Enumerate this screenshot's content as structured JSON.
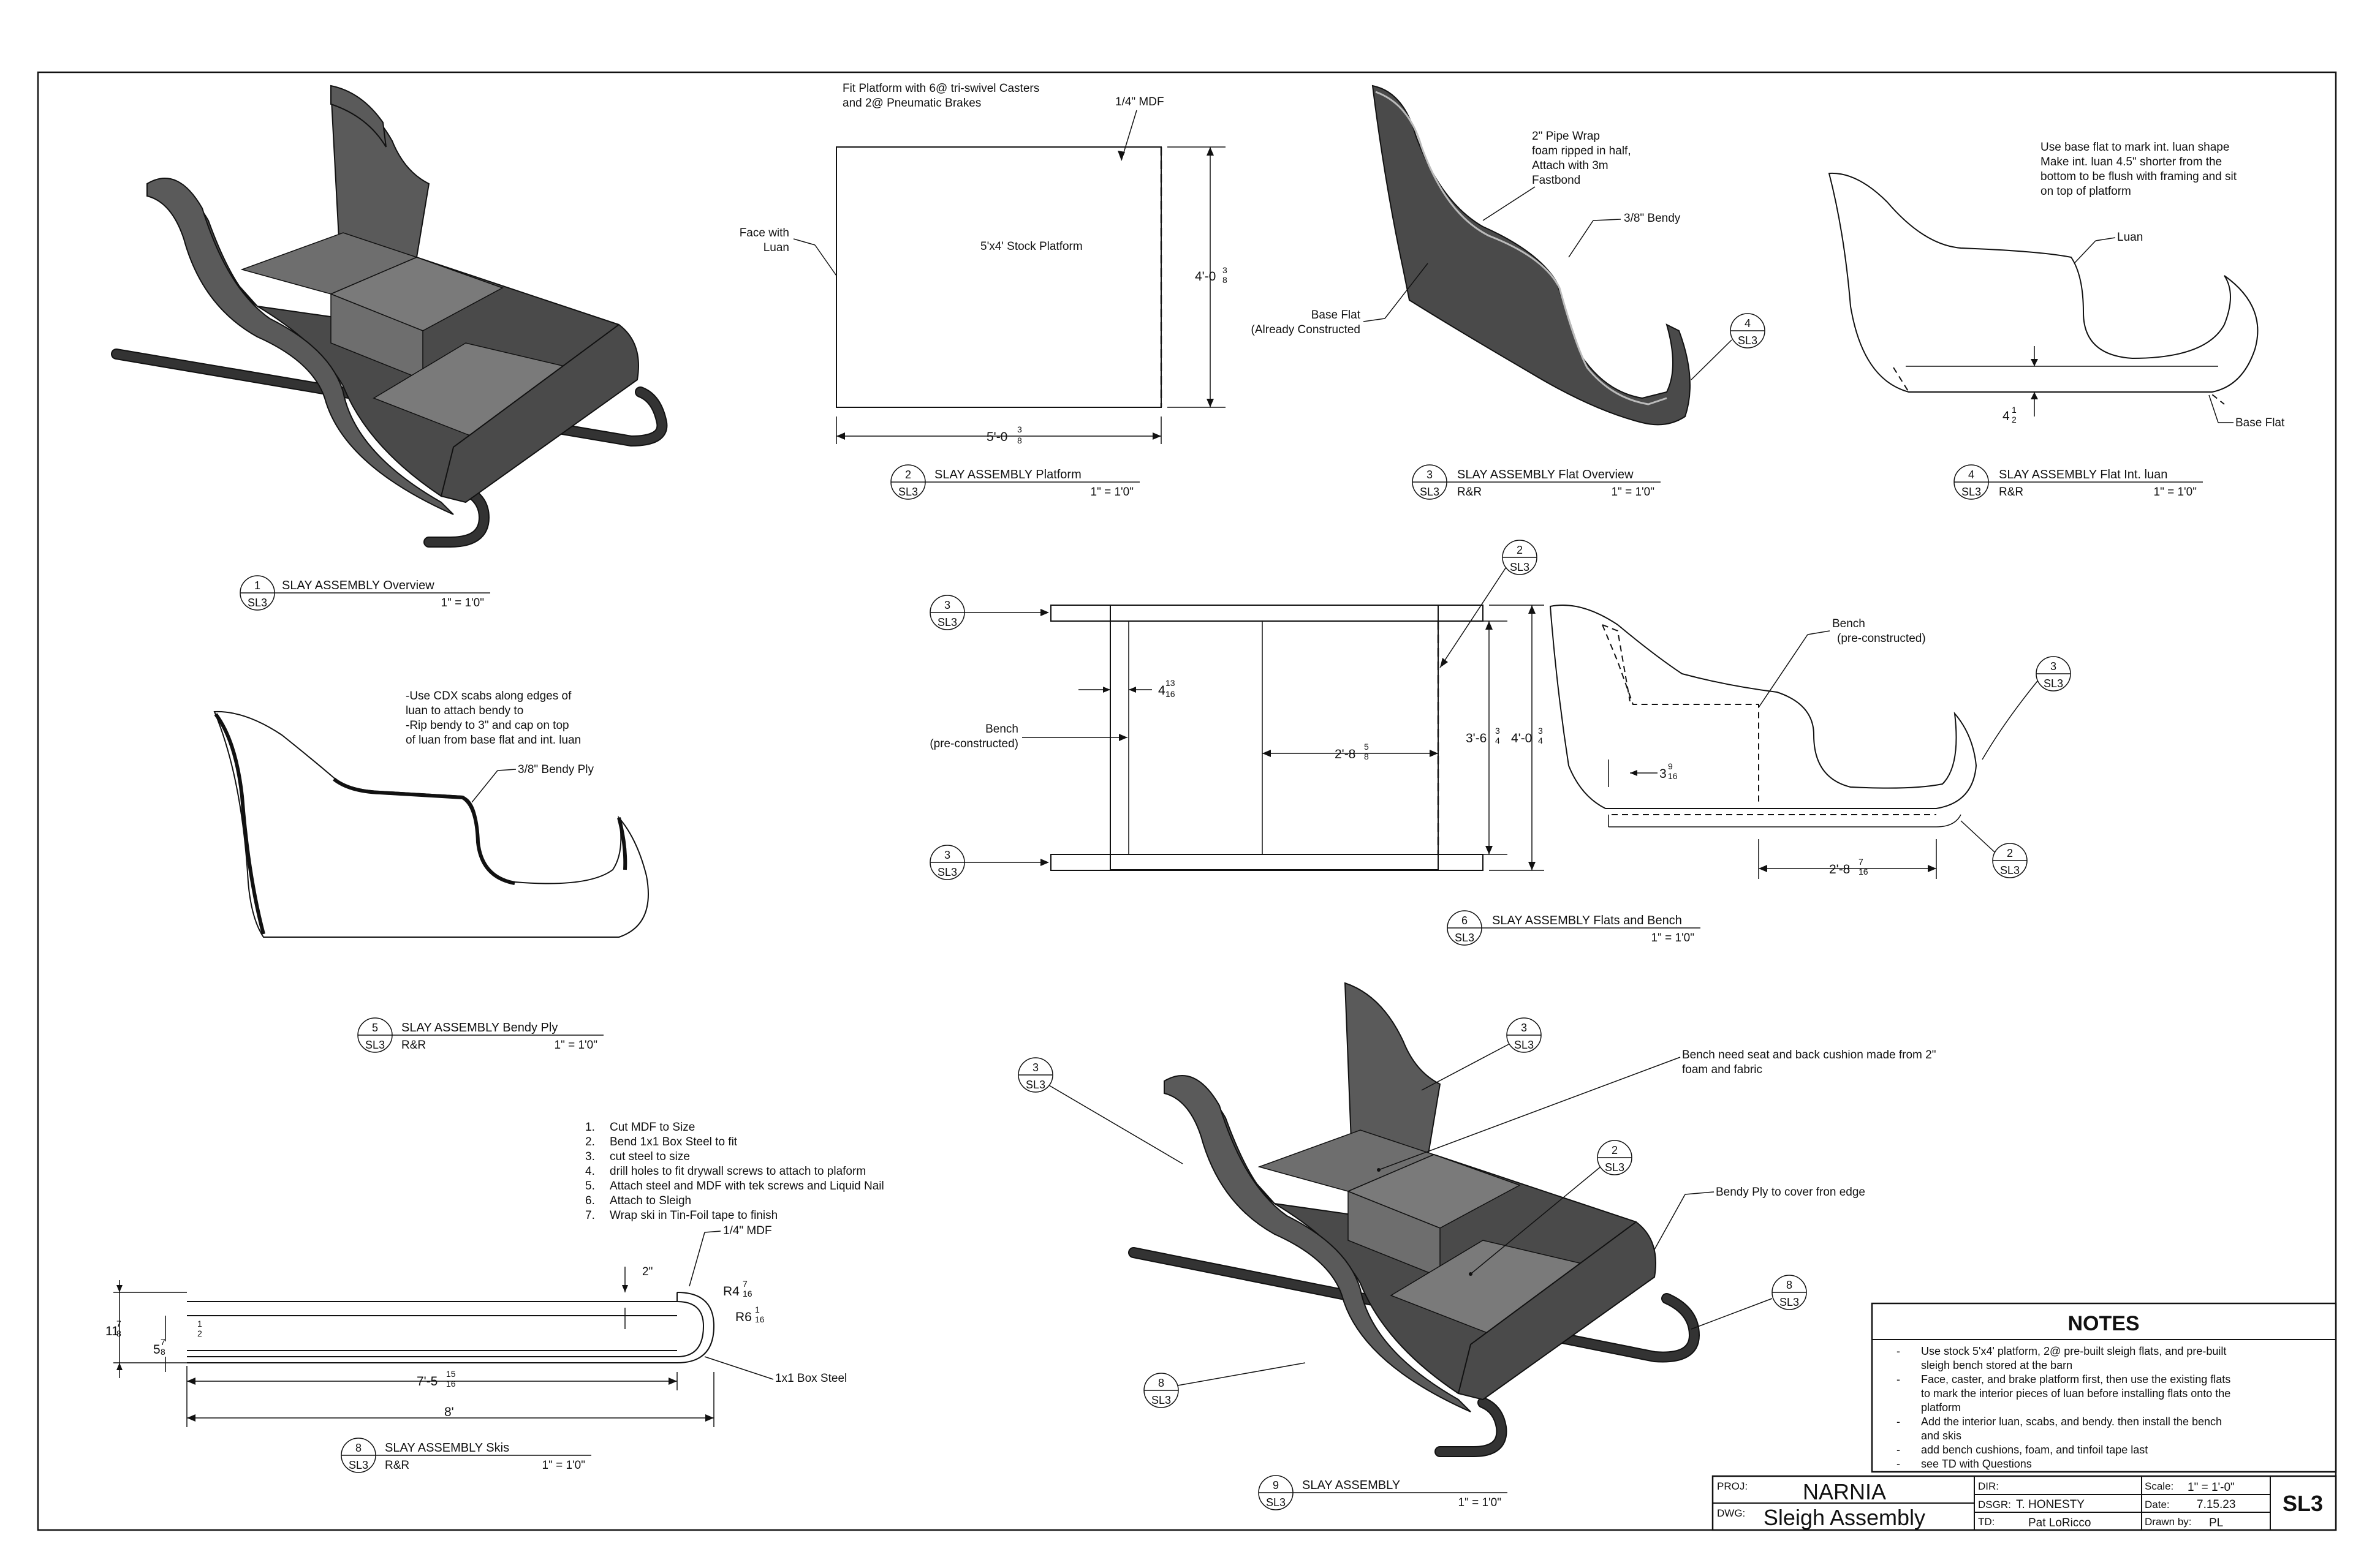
{
  "views": {
    "v1": {
      "num": "1",
      "sheet": "SL3",
      "title": "SLAY ASSEMBLY Overview",
      "sub": "",
      "scale": "1\" = 1'0\""
    },
    "v2": {
      "num": "2",
      "sheet": "SL3",
      "title": "SLAY ASSEMBLY Platform",
      "sub": "",
      "scale": "1\" = 1'0\""
    },
    "v3": {
      "num": "3",
      "sheet": "SL3",
      "title": "SLAY ASSEMBLY Flat Overview",
      "sub": "R&R",
      "scale": "1\" = 1'0\""
    },
    "v4": {
      "num": "4",
      "sheet": "SL3",
      "title": "SLAY ASSEMBLY Flat Int. luan",
      "sub": "R&R",
      "scale": "1\" = 1'0\""
    },
    "v5": {
      "num": "5",
      "sheet": "SL3",
      "title": "SLAY ASSEMBLY Bendy Ply",
      "sub": "R&R",
      "scale": "1\" = 1'0\""
    },
    "v6": {
      "num": "6",
      "sheet": "SL3",
      "title": "SLAY ASSEMBLY Flats and Bench",
      "sub": "",
      "scale": "1\" = 1'0\""
    },
    "v8": {
      "num": "8",
      "sheet": "SL3",
      "title": "SLAY ASSEMBLY Skis",
      "sub": "R&R",
      "scale": "1\" = 1'0\""
    },
    "v9": {
      "num": "9",
      "sheet": "SL3",
      "title": "SLAY ASSEMBLY",
      "sub": "",
      "scale": "1\" = 1'0\""
    }
  },
  "refs": {
    "r3": {
      "num": "3",
      "sheet": "SL3"
    },
    "r2": {
      "num": "2",
      "sheet": "SL3"
    },
    "r4": {
      "num": "4",
      "sheet": "SL3"
    },
    "r8": {
      "num": "8",
      "sheet": "SL3"
    }
  },
  "platform": {
    "note_l1": "Fit Platform with 6@ tri-swivel Casters",
    "note_l2": "and 2@ Pneumatic Brakes",
    "mdf": "1/4\" MDF",
    "face_l1": "Face with",
    "face_l2": "Luan",
    "center": "5'x4' Stock Platform",
    "height_main": "4'-0",
    "height_frac_num": "3",
    "height_frac_den": "8",
    "width_main": "5'-0",
    "width_frac_num": "3",
    "width_frac_den": "8"
  },
  "flat_overview": {
    "pipe_l1": "2\" Pipe Wrap",
    "pipe_l2": "foam ripped in half,",
    "pipe_l3": "Attach with 3m",
    "pipe_l4": "Fastbond",
    "bendy": "3/8\" Bendy",
    "base_l1": "Base Flat",
    "base_l2": "(Already Constructed"
  },
  "luan": {
    "note_l1": "Use base flat to mark int. luan shape",
    "note_l2": "Make int. luan 4.5\" shorter from the",
    "note_l3": "bottom to be flush with framing and sit",
    "note_l4": "on top of platform",
    "luan": "Luan",
    "base": "Base Flat",
    "dim_main": "4",
    "dim_num": "1",
    "dim_den": "2"
  },
  "bendy_ply": {
    "note_l1": "-Use CDX scabs along edges of",
    "note_l2": "luan to attach bendy to",
    "note_l3": "-Rip bendy to 3\" and cap on top",
    "note_l4": "of luan from base flat and int. luan",
    "label": "3/8\" Bendy Ply"
  },
  "flats_bench": {
    "bench_l1": "Bench",
    "bench_l2": "(pre-constructed)",
    "d1_main": "4",
    "d1_num": "13",
    "d1_den": "16",
    "d2_main": "2'-8",
    "d2_num": "5",
    "d2_den": "8",
    "d3_main": "3'-6",
    "d3_num": "3",
    "d3_den": "4",
    "d4_main": "4'-0",
    "d4_num": "3",
    "d4_den": "4",
    "side_bench_l1": "Bench",
    "side_bench_l2": "(pre-constructed)",
    "d5_main": "3",
    "d5_num": "9",
    "d5_den": "16",
    "d6_main": "2'-8",
    "d6_num": "7",
    "d6_den": "16"
  },
  "skis": {
    "steps": [
      {
        "n": "1.",
        "t": "Cut MDF to Size"
      },
      {
        "n": "2.",
        "t": "Bend 1x1 Box Steel to fit"
      },
      {
        "n": "3.",
        "t": "cut steel to size"
      },
      {
        "n": "4.",
        "t": "drill holes to fit drywall screws to attach to plaform"
      },
      {
        "n": "5.",
        "t": "Attach steel and MDF with tek screws and Liquid Nail"
      },
      {
        "n": "6.",
        "t": "Attach to Sleigh"
      },
      {
        "n": "7.",
        "t": "Wrap ski in Tin-Foil tape to finish"
      }
    ],
    "mdf": "1/4\" MDF",
    "two_in": "2\"",
    "r1_main": "R4",
    "r1_num": "7",
    "r1_den": "16",
    "r2_main": "R6",
    "r2_num": "1",
    "r2_den": "16",
    "h1_main": "11",
    "h1_num": "7",
    "h1_den": "8",
    "h2_main": "5",
    "h2_num": "7",
    "h2_den": "8",
    "h3_main": "",
    "h3_num": "1",
    "h3_den": "2",
    "len1_main": "7'-5",
    "len1_num": "15",
    "len1_den": "16",
    "len2": "8'",
    "steel": "1x1 Box Steel"
  },
  "assembly": {
    "cushion_l1": "Bench need seat and back cushion made from 2\"",
    "cushion_l2": "foam and fabric",
    "bendy_edge": "Bendy Ply to cover fron edge"
  },
  "notes": {
    "heading": "NOTES",
    "items": [
      {
        "bullet": "-",
        "l1": "Use stock 5'x4' platform, 2@ pre-built sleigh flats, and pre-built",
        "l2": "sleigh bench stored at the barn",
        "l3": ""
      },
      {
        "bullet": "-",
        "l1": "Face, caster, and brake platform first, then use the existing flats",
        "l2": "to mark the interior pieces of luan before installing flats onto the",
        "l3": "platform"
      },
      {
        "bullet": "-",
        "l1": "Add the interior luan, scabs, and bendy. then install the bench",
        "l2": "and skis",
        "l3": ""
      },
      {
        "bullet": "-",
        "l1": "add bench cushions, foam, and tinfoil tape last",
        "l2": "",
        "l3": ""
      },
      {
        "bullet": "-",
        "l1": "see TD with Questions",
        "l2": "",
        "l3": ""
      }
    ]
  },
  "titleblock": {
    "proj_label": "PROJ:",
    "proj": "NARNIA",
    "dwg_label": "DWG:",
    "dwg": "Sleigh Assembly",
    "dir_label": "DIR:",
    "dir": "",
    "dsgr_label": "DSGR:",
    "dsgr": "T. HONESTY",
    "td_label": "TD:",
    "td": "Pat LoRicco",
    "scale_label": "Scale:",
    "scale": "1\" = 1'-0\"",
    "date_label": "Date:",
    "date": "7.15.23",
    "drawn_label": "Drawn by:",
    "drawn": "PL",
    "sheet": "SL3"
  }
}
